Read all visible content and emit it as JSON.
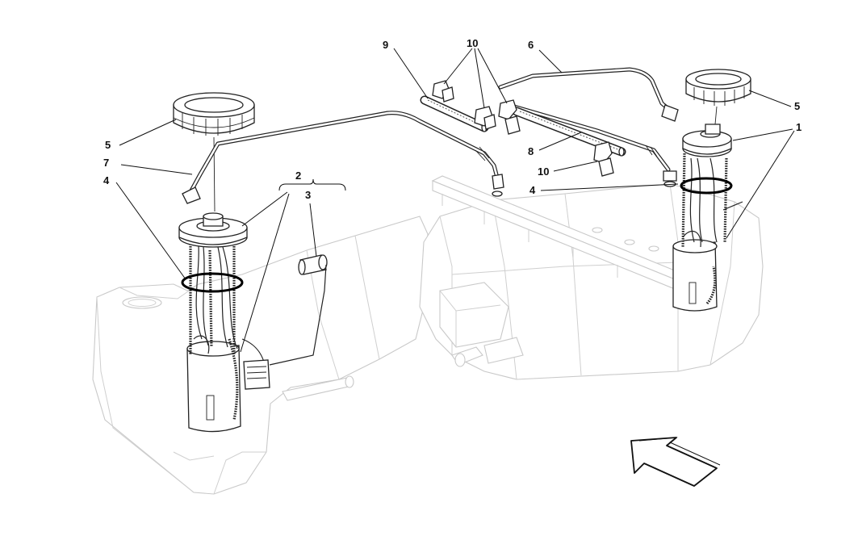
{
  "diagram": {
    "callouts": {
      "c1": "1",
      "c2": "2",
      "c3": "3",
      "c4_left": "4",
      "c4_right": "4",
      "c5_left": "5",
      "c5_right": "5",
      "c6": "6",
      "c7": "7",
      "c8": "8",
      "c9": "9",
      "c10_top": "10",
      "c10_right": "10"
    },
    "icons": {
      "direction_arrow": "direction-arrow-icon"
    }
  }
}
